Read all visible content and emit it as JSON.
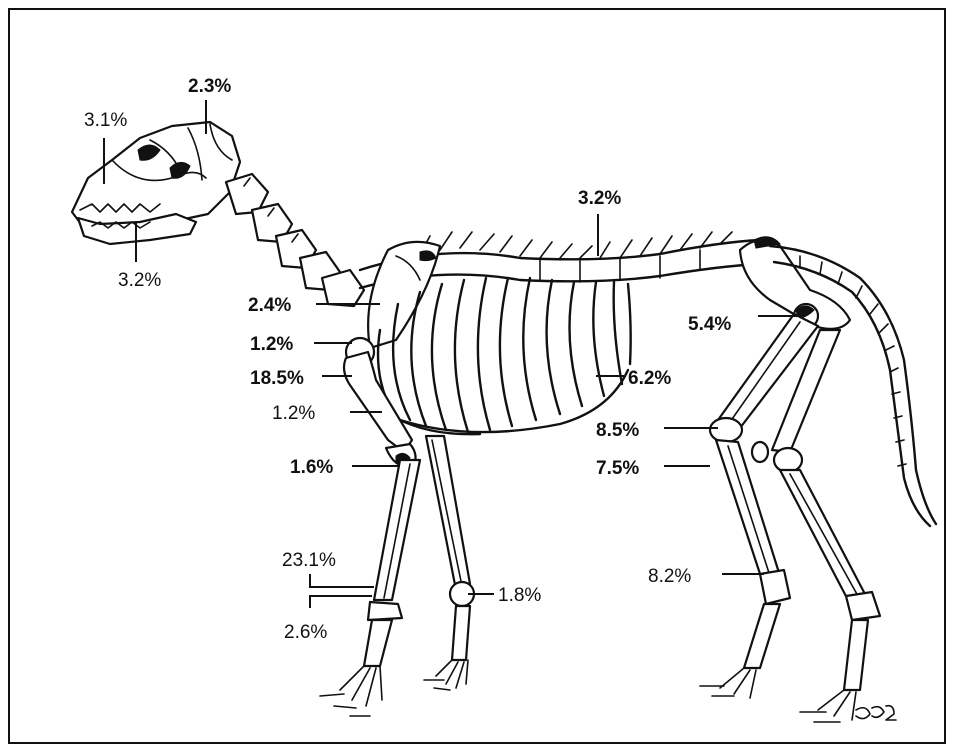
{
  "labels": [
    {
      "id": "skull-top",
      "text": "2.3%"
    },
    {
      "id": "skull-nose",
      "text": "3.1%"
    },
    {
      "id": "mandible",
      "text": "3.2%"
    },
    {
      "id": "spine",
      "text": "3.2%"
    },
    {
      "id": "scapula",
      "text": "2.4%"
    },
    {
      "id": "shoulder",
      "text": "1.2%"
    },
    {
      "id": "humerus",
      "text": "18.5%"
    },
    {
      "id": "elbow",
      "text": "1.2%"
    },
    {
      "id": "forearm-upper",
      "text": "1.6%"
    },
    {
      "id": "radius",
      "text": "23.1%"
    },
    {
      "id": "carpus",
      "text": "2.6%"
    },
    {
      "id": "fore-paw",
      "text": "1.8%"
    },
    {
      "id": "pelvis",
      "text": "5.4%"
    },
    {
      "id": "ribs",
      "text": "6.2%"
    },
    {
      "id": "femur",
      "text": "8.5%"
    },
    {
      "id": "stifle",
      "text": "7.5%"
    },
    {
      "id": "tibia",
      "text": "8.2%"
    }
  ],
  "signature": "DB2"
}
